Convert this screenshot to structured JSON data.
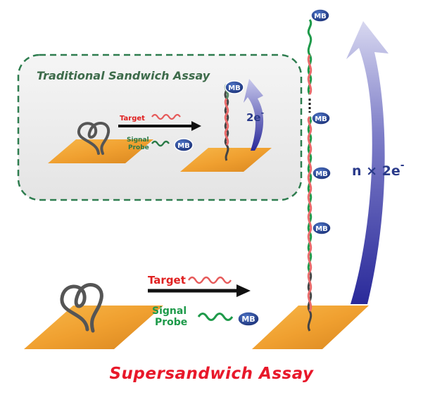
{
  "inset": {
    "title": "Traditional Sandwich Assay",
    "target_label": "Target",
    "signal_probe_line1": "Signal",
    "signal_probe_line2": "Probe",
    "electron_label": "2e",
    "electron_sup": "-"
  },
  "main": {
    "target_label": "Target",
    "signal_probe_line1": "Signal",
    "signal_probe_line2": "Probe",
    "electron_label": "n × 2e",
    "electron_sup": "-"
  },
  "mb_label": "MB",
  "footer_title": "Supersandwich Assay",
  "colors": {
    "target": "#e65a5a",
    "probe": "#1e9a4a",
    "electrode": "#f2a33a",
    "mb_fill": "#1f3f8f",
    "arrow_blue": "#3a3aa0",
    "inset_border": "#2e7d4f",
    "title_red": "#e8182a"
  }
}
